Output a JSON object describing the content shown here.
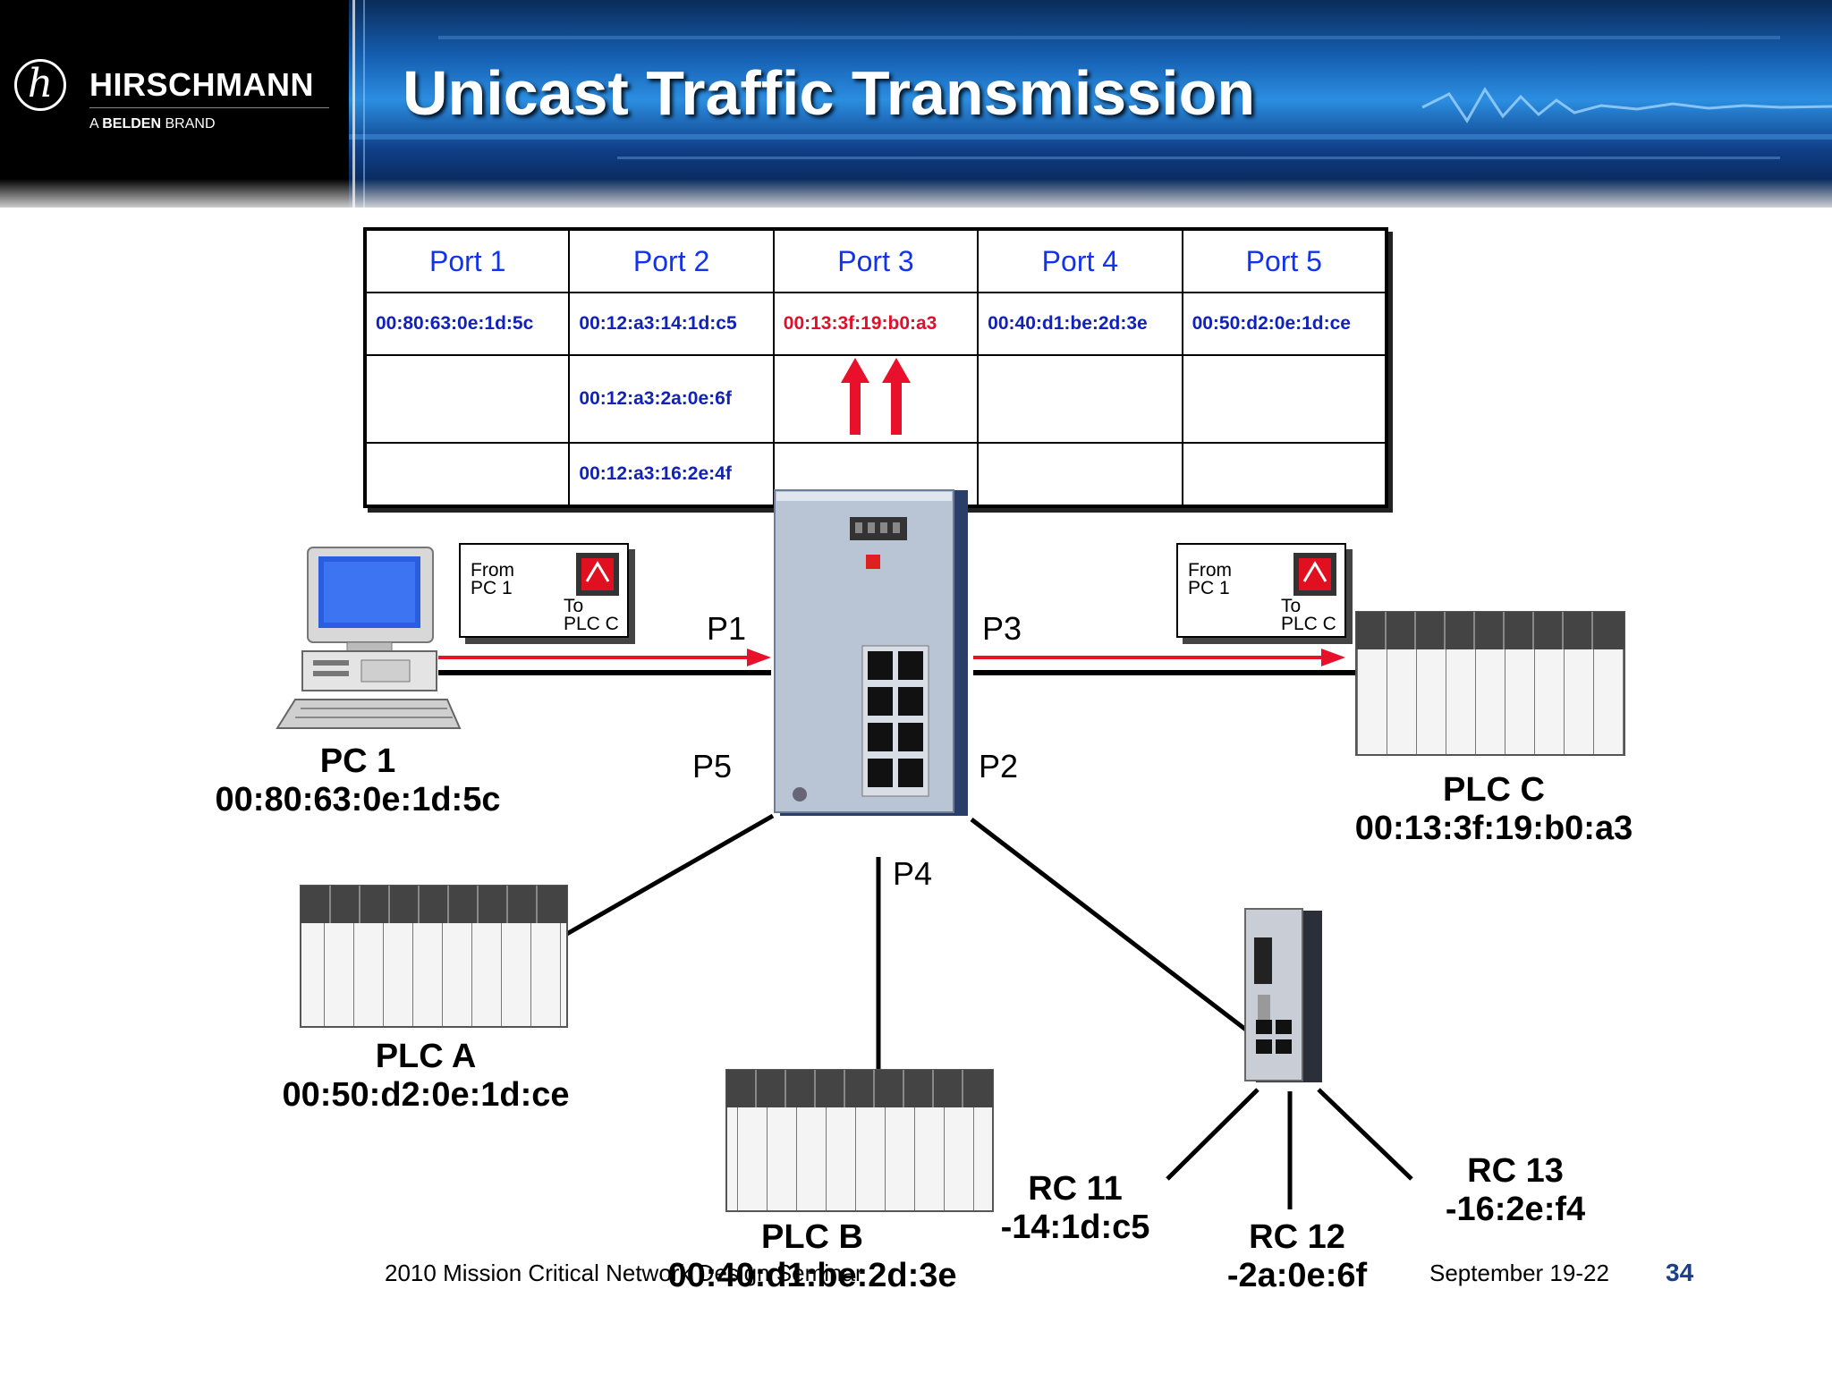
{
  "header": {
    "title": "Unicast Traffic Transmission",
    "brand": "HIRSCHMANN",
    "brand_sub_bold": "BELDEN",
    "brand_sub_pre": "A",
    "brand_sub_post": "BRAND",
    "logo_glyph": "h"
  },
  "mac_table": {
    "headers": [
      "Port 1",
      "Port 2",
      "Port 3",
      "Port 4",
      "Port 5"
    ],
    "rows": [
      [
        "00:80:63:0e:1d:5c",
        "00:12:a3:14:1d:c5",
        "00:13:3f:19:b0:a3",
        "00:40:d1:be:2d:3e",
        "00:50:d2:0e:1d:ce"
      ],
      [
        "",
        "00:12:a3:2a:0e:6f",
        "",
        "",
        ""
      ],
      [
        "",
        "00:12:a3:16:2e:4f",
        "",
        "",
        ""
      ]
    ],
    "highlight_color": "#e0102a"
  },
  "frames": [
    {
      "from": "From",
      "from_src": "PC 1",
      "to": "To",
      "to_dst": "PLC C"
    },
    {
      "from": "From",
      "from_src": "PC 1",
      "to": "To",
      "to_dst": "PLC C"
    }
  ],
  "ports": {
    "p1": "P1",
    "p2": "P2",
    "p3": "P3",
    "p4": "P4",
    "p5": "P5"
  },
  "devices": {
    "pc1": {
      "name": "PC 1",
      "mac": "00:80:63:0e:1d:5c"
    },
    "plc_c": {
      "name": "PLC C",
      "mac": "00:13:3f:19:b0:a3"
    },
    "plc_a": {
      "name": "PLC A",
      "mac": "00:50:d2:0e:1d:ce"
    },
    "plc_b": {
      "name": "PLC B",
      "mac": "00:40:d1:be:2d:3e"
    },
    "rc11": {
      "name": "RC 11",
      "mac": "-14:1d:c5"
    },
    "rc12": {
      "name": "RC 12",
      "mac": "-2a:0e:6f"
    },
    "rc13": {
      "name": "RC 13",
      "mac": "-16:2e:f4"
    }
  },
  "footer": {
    "seminar": "2010 Mission Critical Network Design Seminar",
    "date": "September 19-22",
    "page": "34"
  },
  "colors": {
    "arrow": "#e8102a",
    "banner": "#1660b4",
    "header_text": "#1133ee"
  }
}
